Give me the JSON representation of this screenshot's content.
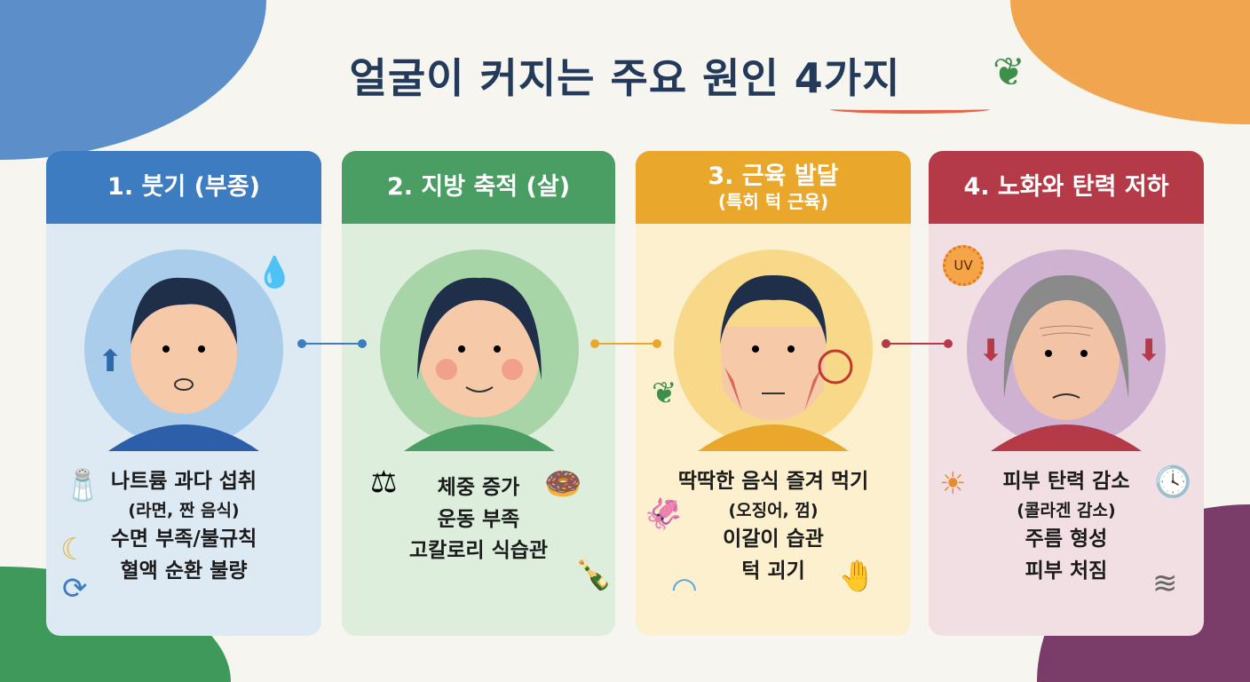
{
  "title": "얼굴이 커지는 주요 원인 4가지",
  "colors": {
    "blue": "#3d7cc0",
    "green": "#4a9e63",
    "yellow": "#e9a72c",
    "red": "#b43a48"
  },
  "cards": [
    {
      "title": "1. 붓기 (부종)",
      "items": [
        "나트륨 과다 섭취",
        "(라면, 짠 음식)",
        "수면 부족/불규칙",
        "혈액 순환 불량"
      ],
      "icons": [
        "salt-shaker-icon",
        "moon-icon",
        "circulation-arrows-icon",
        "water-drop-icon",
        "up-arrow-icon"
      ]
    },
    {
      "title": "2. 지방 축적 (살)",
      "items": [
        "체중 증가",
        "운동 부족",
        "고칼로리 식습관"
      ],
      "icons": [
        "scale-icon",
        "donut-icon",
        "cola-bottle-icon"
      ]
    },
    {
      "title": "3. 근육 발달",
      "subtitle": "(특히 턱 근육)",
      "items": [
        "딱딱한 음식 즐겨 먹기",
        "(오징어, 껌)",
        "이갈이 습관",
        "턱 괴기"
      ],
      "icons": [
        "squid-icon",
        "mouthguard-icon",
        "chin-rest-hand-icon",
        "leaf-icon"
      ]
    },
    {
      "title": "4. 노화와 탄력 저하",
      "items": [
        "피부 탄력 감소",
        "(콜라겐 감소)",
        "주름 형성",
        "피부 처짐"
      ],
      "icons": [
        "uv-sun-icon",
        "clock-icon",
        "spring-sagging-icon",
        "down-arrow-icon"
      ],
      "uv_label": "UV"
    }
  ]
}
